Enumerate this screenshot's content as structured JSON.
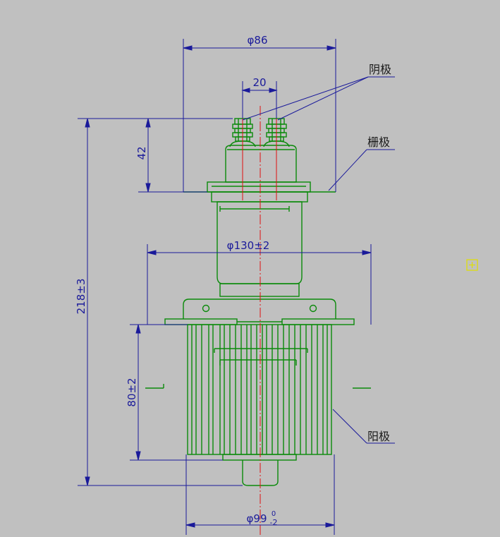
{
  "colors": {
    "background": "#c0c0c0",
    "drawing": "#0a8a0a",
    "dimension": "#1a1a9a",
    "centerline": "#e01010",
    "marker": "#e0e000"
  },
  "dimensions": {
    "top_width": "φ86",
    "terminal_spacing": "20",
    "top_height": "42",
    "overall_height": "218±3",
    "flange_diameter": "φ130±2",
    "anode_height": "80±2",
    "anode_diameter": "φ99",
    "anode_tol_upper": "0",
    "anode_tol_lower": "-2"
  },
  "labels": {
    "cathode": "阴极",
    "grid": "栅极",
    "anode": "阳极"
  },
  "icons": {
    "marker": "snap-marker-icon"
  }
}
